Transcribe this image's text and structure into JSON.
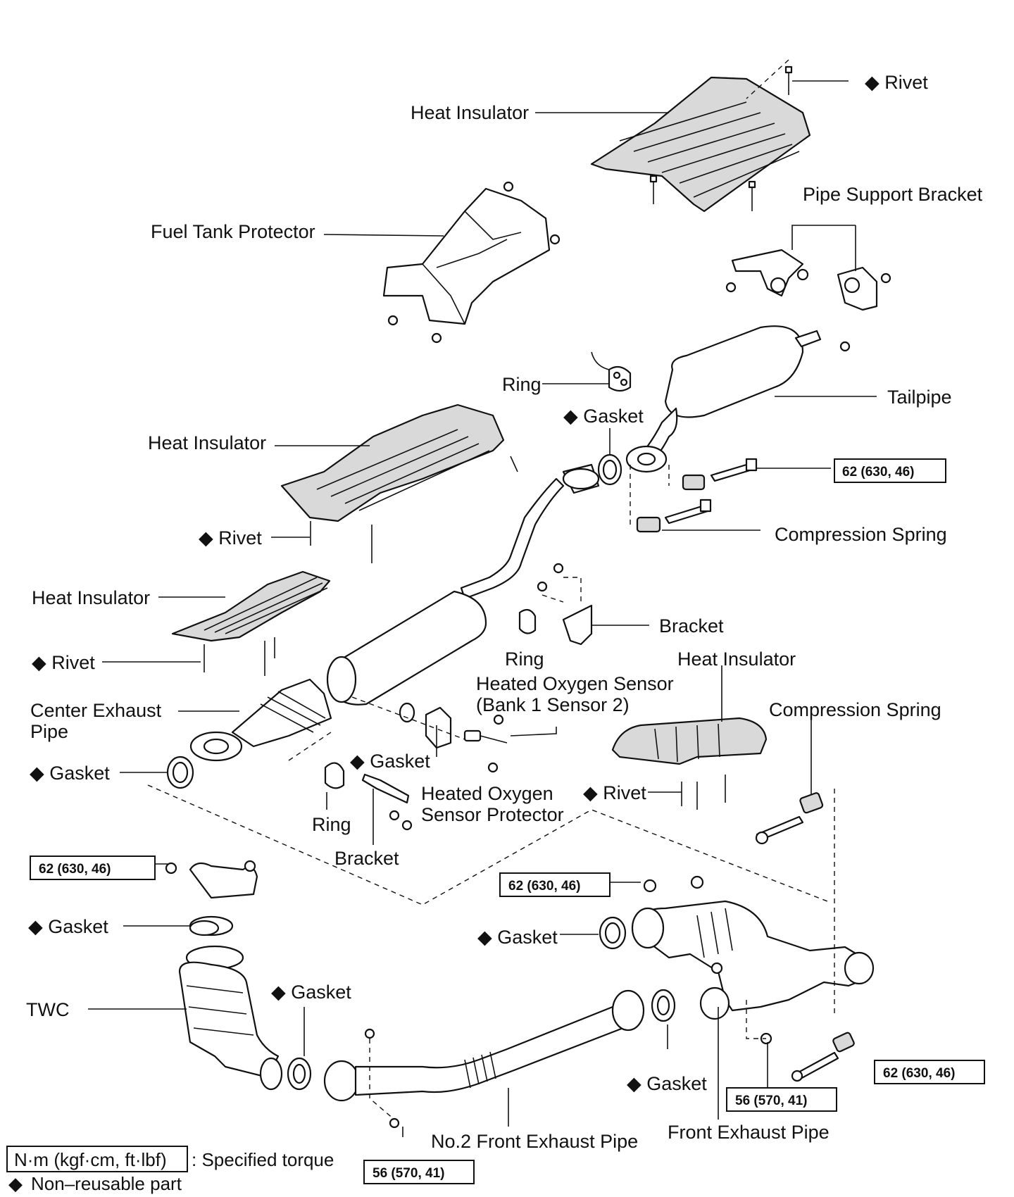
{
  "labels": {
    "rivet_top": "Rivet",
    "heat_insulator_top": "Heat Insulator",
    "pipe_support_bracket": "Pipe Support Bracket",
    "fuel_tank_protector": "Fuel Tank Protector",
    "ring_upper": "Ring",
    "tailpipe": "Tailpipe",
    "gasket_upper": "Gasket",
    "heat_insulator_mid": "Heat Insulator",
    "compression_spring_upper": "Compression Spring",
    "rivet_mid": "Rivet",
    "heat_insulator_left": "Heat Insulator",
    "bracket_right": "Bracket",
    "ring_mid": "Ring",
    "heat_insulator_right": "Heat Insulator",
    "rivet_left": "Rivet",
    "hos_line1": "Heated Oxygen Sensor",
    "hos_line2": "(Bank 1 Sensor 2)",
    "compression_spring_lower": "Compression Spring",
    "center_pipe_line1": "Center Exhaust",
    "center_pipe_line2": "Pipe",
    "gasket_center": "Gasket",
    "gasket_left": "Gasket",
    "hosp_line1": "Heated Oxygen",
    "hosp_line2": "Sensor Protector",
    "rivet_right": "Rivet",
    "ring_lower": "Ring",
    "bracket_lower": "Bracket",
    "gasket_twc": "Gasket",
    "gasket_front": "Gasket",
    "twc": "TWC",
    "gasket_bottom_left": "Gasket",
    "gasket_bottom_right": "Gasket",
    "no2_front_pipe": "No.2 Front Exhaust Pipe",
    "front_pipe": "Front Exhaust Pipe"
  },
  "torques": {
    "t1": "62 (630, 46)",
    "t2": "62 (630, 46)",
    "t3": "62 (630, 46)",
    "t4": "62 (630, 46)",
    "t5": "56 (570, 41)",
    "t6": "56 (570, 41)"
  },
  "legend": {
    "unit_box": "N·m (kgf·cm, ft·lbf)",
    "unit_text": ": Specified torque",
    "nonreusable": "Non–reusable part",
    "diamond_symbol": "◆"
  }
}
